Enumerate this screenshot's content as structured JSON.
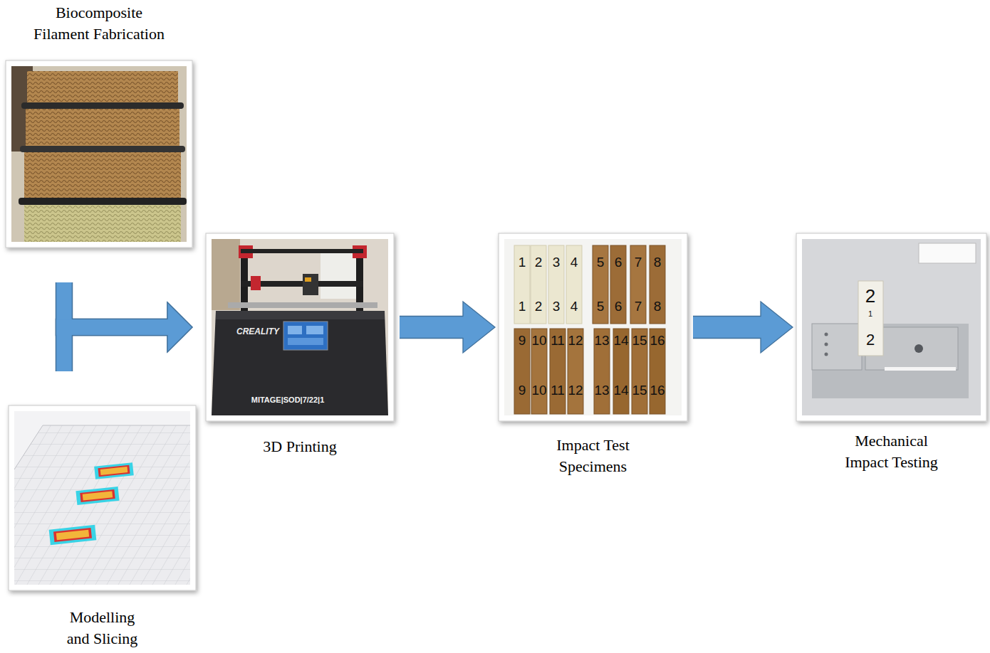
{
  "diagram": {
    "nodes": [
      {
        "text": [
          "Biocomposite Filament Fabrication"
        ]
      },
      {
        "text": [
          "Modelling and Slicing"
        ]
      },
      {
        "text": [
          "3D Printing"
        ]
      },
      {
        "text": [
          "Impact Test Specimens"
        ]
      },
      {
        "text": [
          "Mechanical Impact Testing"
        ]
      }
    ],
    "edges": [
      {
        "from": 0,
        "to": 2,
        "arrow": "to"
      },
      {
        "from": 1,
        "to": 2,
        "arrow": "to"
      },
      {
        "from": 2,
        "to": 3,
        "arrow": "to"
      },
      {
        "from": 3,
        "to": 4,
        "arrow": "to"
      }
    ],
    "labels": [
      "1",
      "2",
      "3",
      "4",
      "5",
      "6",
      "7",
      "8",
      "1",
      "2",
      "3",
      "4",
      "5",
      "6",
      "7",
      "8",
      "9",
      "10",
      "11",
      "12",
      "13",
      "14",
      "15",
      "16",
      "9",
      "10",
      "11",
      "12",
      "13",
      "14",
      "15",
      "16",
      "CREALITY",
      "MITAGE|SOD|7/22|1",
      "2",
      "1",
      "2"
    ]
  }
}
